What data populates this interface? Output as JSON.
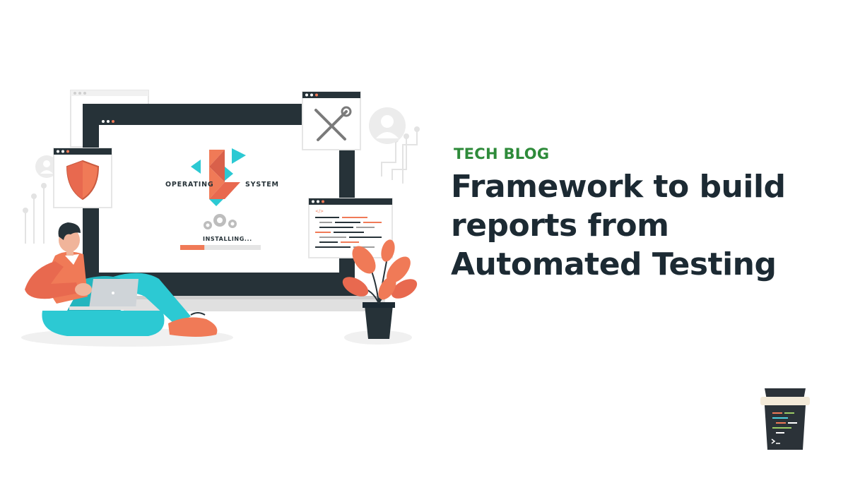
{
  "header": {
    "kicker": "TECH BLOG",
    "title_lines": [
      "Framework to build",
      "reports from",
      "Automated Testing"
    ]
  },
  "illustration": {
    "os_label_left": "OPERATING",
    "os_label_right": "SYSTEM",
    "install_status": "INSTALLING...",
    "install_progress": 0.3,
    "code_window_tag": "</>",
    "icons": [
      "shield-icon",
      "tools-icon",
      "user-avatar-icon",
      "gear-icon",
      "os-logo-icon",
      "laptop-icon",
      "plant-icon",
      "coffee-cup-icon"
    ]
  },
  "colors": {
    "accent_green": "#2e8b3a",
    "title_dark": "#1c2a33",
    "orange": "#f07a57",
    "teal": "#2cc9d3",
    "monitor_dark": "#263238"
  }
}
